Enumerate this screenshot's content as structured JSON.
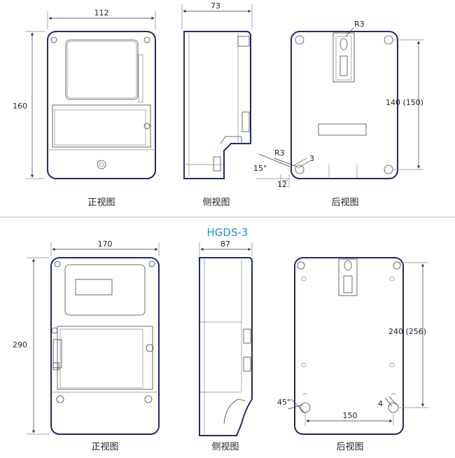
{
  "top": {
    "front": {
      "caption": "正视图",
      "dim_width": "112",
      "dim_height": "160"
    },
    "side": {
      "caption": "侧视图",
      "dim_width": "73",
      "dim_radius": "R3",
      "dim_thickness": "3",
      "dim_angle": "15°",
      "dim_offset": "12"
    },
    "rear": {
      "caption": "后视图",
      "dim_radius": "R3",
      "dim_height": "140 (150)"
    }
  },
  "model_title": "HGDS-3",
  "bottom": {
    "front": {
      "caption": "正视图",
      "dim_width": "170",
      "dim_height": "290"
    },
    "side": {
      "caption": "侧视图",
      "dim_width": "87"
    },
    "rear": {
      "caption": "后视图",
      "dim_height": "240 (256)",
      "dim_width": "150",
      "dim_angle": "45°",
      "dim_thickness": "4"
    }
  },
  "colors": {
    "outline": "#1f2a6b",
    "title": "#1e90d8",
    "divider": "#999999"
  }
}
